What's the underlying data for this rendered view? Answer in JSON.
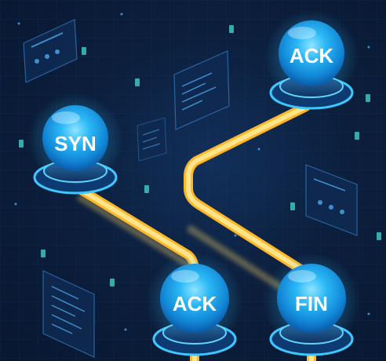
{
  "nodes": {
    "syn": {
      "label": "SYN"
    },
    "ack_top": {
      "label": "ACK"
    },
    "ack_bottom": {
      "label": "ACK"
    },
    "fin": {
      "label": "FIN"
    }
  },
  "colors": {
    "background": "#0b1a33",
    "grid": "#16305a",
    "node_glow": "#37c6ff",
    "node_core": "#1aa8f0",
    "pipe": "#ffd866",
    "panel_border": "#2f6fb0"
  }
}
